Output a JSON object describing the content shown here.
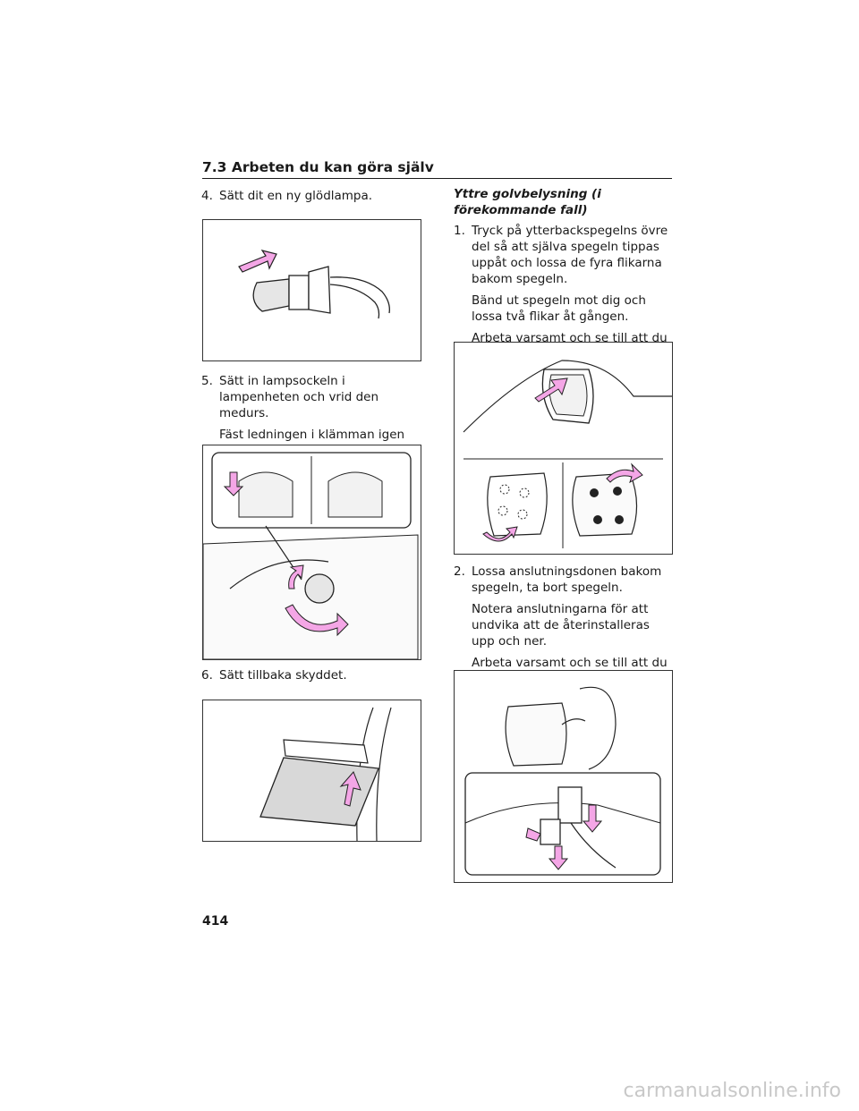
{
  "header": {
    "title": "7.3  Arbeten du kan göra själv"
  },
  "left": {
    "step4": {
      "num": "4.",
      "text": "Sätt dit en ny glödlampa."
    },
    "step5": {
      "num": "5.",
      "text": "Sätt in lampsockeln i lampenheten och vrid den medurs.",
      "note": "Fäst ledningen i klämman igen när lampsockeln har installerats."
    },
    "step6": {
      "num": "6.",
      "text": "Sätt tillbaka skyddet."
    }
  },
  "right": {
    "subheading": "Yttre golvbelysning (i förekommande fall)",
    "step1": {
      "num": "1.",
      "text": "Tryck på ytterbackspegelns övre del så att själva spegeln tippas uppåt och lossa de fyra flikarna bakom spegeln.",
      "note1": "Bänd ut spegeln mot dig och lossa två flikar åt gången.",
      "note2": "Arbeta varsamt och se till att du inte tappar spegeln."
    },
    "step2": {
      "num": "2.",
      "text": "Lossa anslutningsdonen bakom spegeln, ta bort spegeln.",
      "note1": "Notera anslutningarna för att undvika att de återinstalleras upp och ner.",
      "note2": "Arbeta varsamt och se till att du inte tappar spegeln."
    }
  },
  "page_number": "414",
  "watermark": "carmanualsonline.info",
  "colors": {
    "arrow": "#f4a6e6",
    "line": "#222222"
  }
}
